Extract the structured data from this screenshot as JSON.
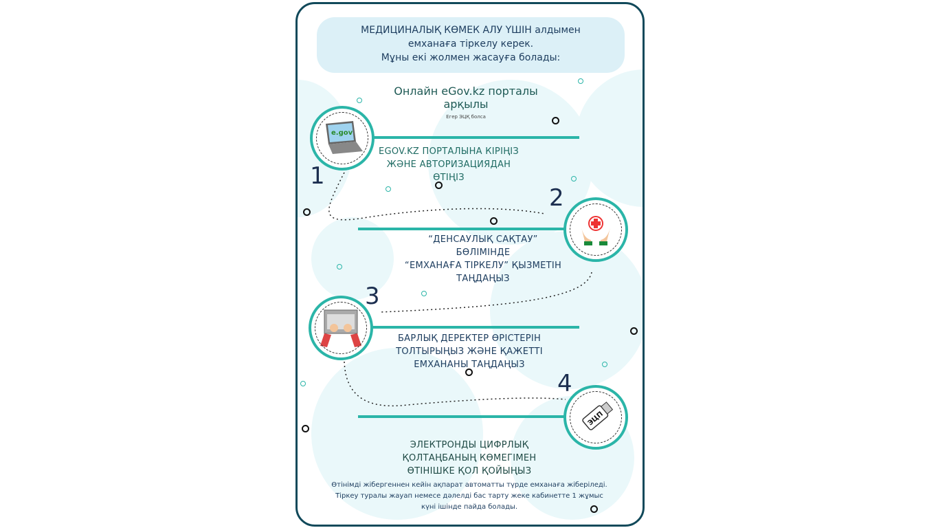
{
  "header": {
    "line1": "МЕДИЦИНАЛЫҚ КӨМЕК АЛУ ҮШІН алдымен",
    "line2": "емханаға тіркелу керек.",
    "line3": "Мұны екі жолмен жасауға болады:"
  },
  "section": {
    "title_line1": "Онлайн  eGov.kz порталы",
    "title_line2": "арқылы",
    "note": "Егер ЭЦҚ болса"
  },
  "steps": [
    {
      "number": "1",
      "icon": "laptop-egov-icon",
      "icon_label": "e.gov",
      "lines": [
        "EGOV.KZ ПОРТАЛЫНА КІРІҢІЗ",
        "ЖӘНЕ АВТОРИЗАЦИЯДАН",
        "ӨТІҢІЗ"
      ],
      "color": "#1f6b63"
    },
    {
      "number": "2",
      "icon": "hands-medical-cross-icon",
      "lines": [
        "“ДЕНСАУЛЫҚ САҚТАУ”",
        "БӨЛІМІНДЕ",
        "“ЕМХАНАҒА ТІРКЕЛУ” ҚЫЗМЕТІН",
        "ТАҢДАҢЫЗ"
      ],
      "color": "#1c3c5e"
    },
    {
      "number": "3",
      "icon": "typing-keyboard-icon",
      "lines": [
        "БАРЛЫҚ ДЕРЕКТЕР ӨРІСТЕРІН",
        "ТОЛТЫРЫҢЫЗ ЖӘНЕ ҚАЖЕТТІ",
        "ЕМХАНАНЫ ТАҢДАҢЫЗ"
      ],
      "color": "#1c3c5e"
    },
    {
      "number": "4",
      "icon": "usb-token-icon",
      "icon_label": "ЭЦП",
      "lines": [
        "ЭЛЕКТРОНДЫ ЦИФРЛЫҚ",
        "ҚОЛТАҢБАНЫҢ КӨМЕГІМЕН",
        "ӨТІНІШКЕ ҚОЛ ҚОЙЫҢЫЗ"
      ],
      "color": "#1f4a45"
    }
  ],
  "footer": {
    "line1": "Өтінімді жібергеннен кейін ақпарат автоматты түрде емханаға жіберіледі.",
    "line2": "Тіркеу туралы жауап немесе дәлелді бас тарту жеке кабинетте 1 жұмыс",
    "line3": "күні ішінде пайда болады."
  },
  "colors": {
    "accent": "#2bb5a8",
    "border": "#11495a",
    "header_bg": "#dcf0f7"
  }
}
